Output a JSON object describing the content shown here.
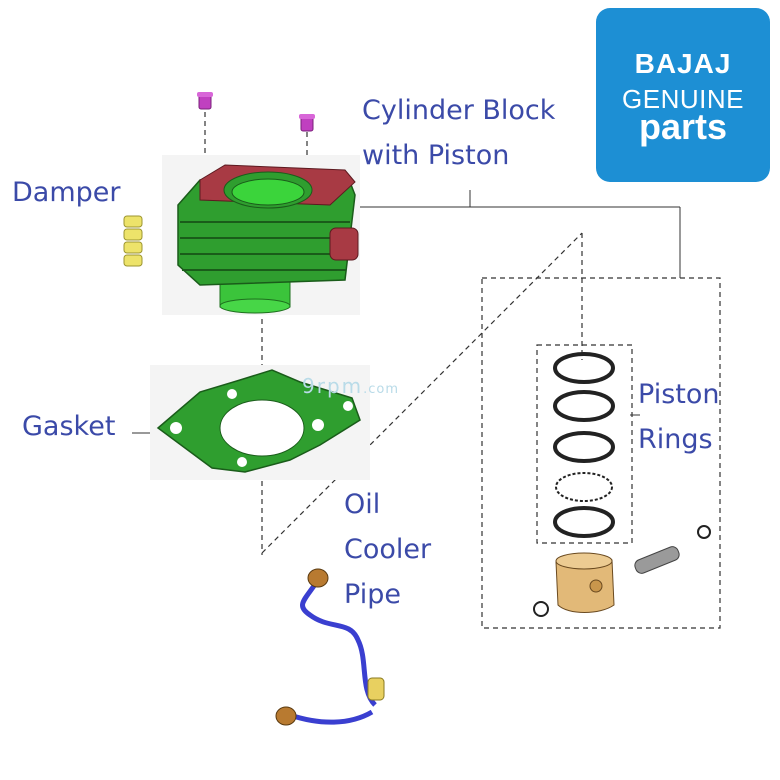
{
  "labels": {
    "damper": "Damper",
    "cylinder_line1": "Cylinder Block",
    "cylinder_line2": "with Piston",
    "gasket": "Gasket",
    "oil_line1": "Oil",
    "oil_line2": "Cooler",
    "oil_line3": "Pipe",
    "rings_line1": "Piston",
    "rings_line2": "Rings"
  },
  "logo": {
    "brand": "BAJAJ",
    "sub": "GENUINE",
    "parts": "parts",
    "color": "#1d8fd4"
  },
  "watermark": {
    "main": "9rpm",
    "tld": ".com"
  },
  "colors": {
    "label": "#3b4aa8",
    "cylinder": "#2f9e2f",
    "gasket": "#2f9e2f",
    "pipe": "#3a3fd0",
    "piston": "#e2b978",
    "bolt": "#c040c0",
    "damper": "#ede36a"
  }
}
